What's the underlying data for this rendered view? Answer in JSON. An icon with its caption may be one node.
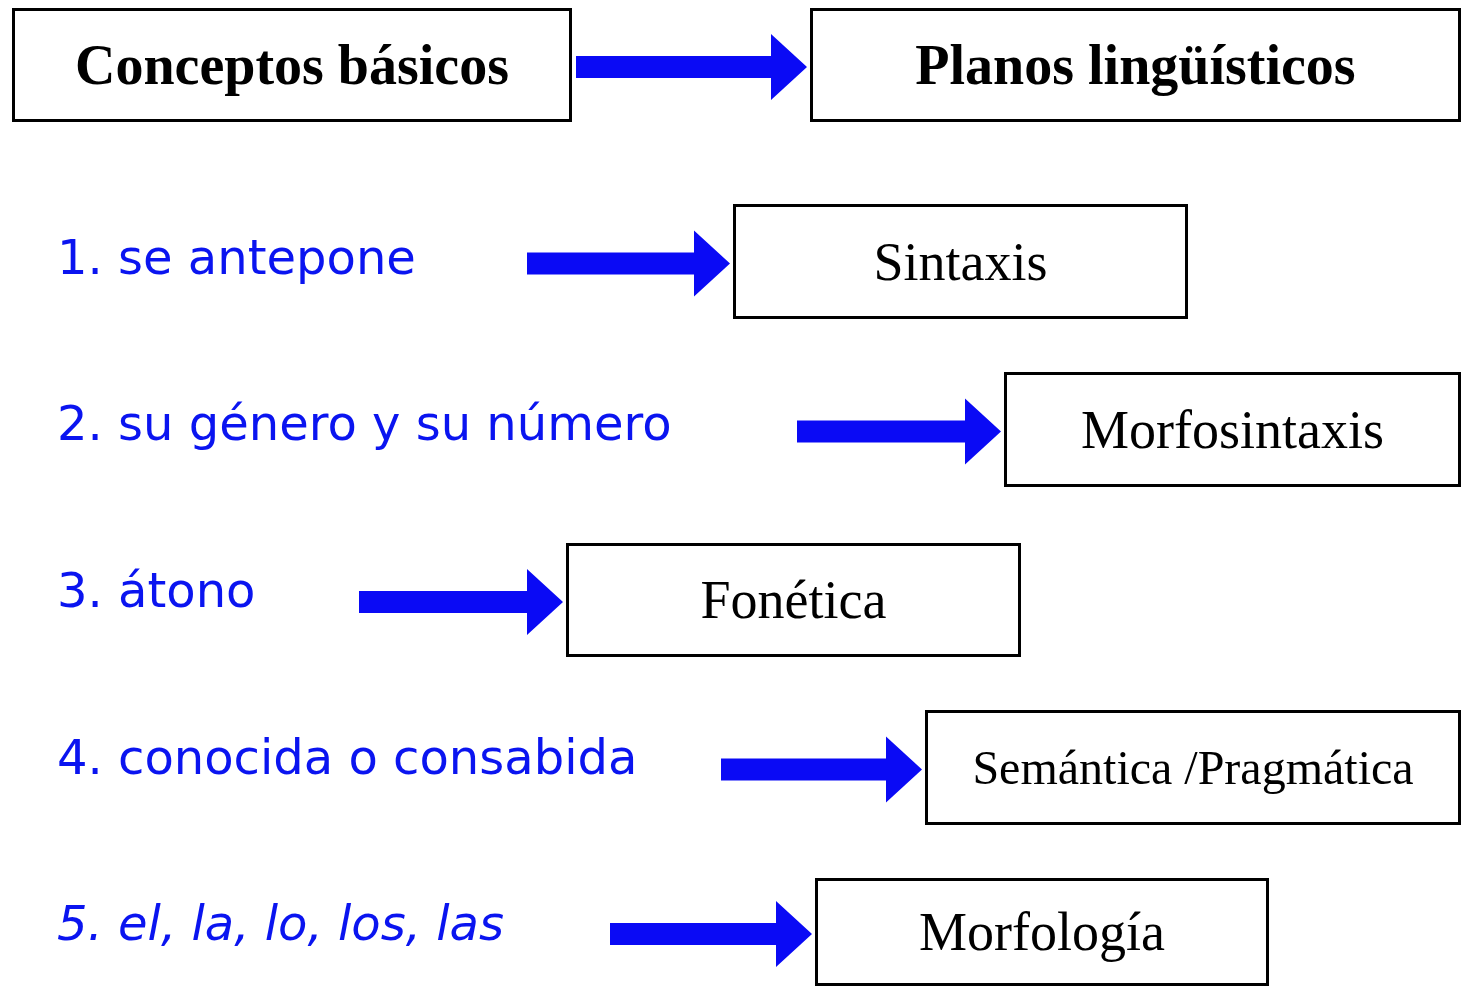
{
  "diagram": {
    "nodes": [
      {
        "text": [
          "Conceptos básicos"
        ]
      },
      {
        "text": [
          "Planos lingüísticos"
        ]
      },
      {
        "text": [
          "1. se antepone"
        ]
      },
      {
        "text": [
          "2. su género y su número"
        ]
      },
      {
        "text": [
          "3. átono"
        ]
      },
      {
        "text": [
          "4. conocida o consabida"
        ]
      },
      {
        "text": [
          "5. el, la, lo, los, las"
        ]
      },
      {
        "text": [
          "Sintaxis"
        ]
      },
      {
        "text": [
          "Morfosintaxis"
        ]
      },
      {
        "text": [
          "Fonética"
        ]
      },
      {
        "text": [
          "Semántica /Pragmática"
        ]
      },
      {
        "text": [
          "Morfología"
        ]
      }
    ],
    "edges": [
      {
        "from": 0,
        "to": 1,
        "arrow": "to"
      },
      {
        "from": 2,
        "to": 7,
        "arrow": "to"
      },
      {
        "from": 3,
        "to": 8,
        "arrow": "to"
      },
      {
        "from": 4,
        "to": 9,
        "arrow": "to"
      },
      {
        "from": 5,
        "to": 10,
        "arrow": "to"
      },
      {
        "from": 6,
        "to": 11,
        "arrow": "to"
      }
    ]
  }
}
